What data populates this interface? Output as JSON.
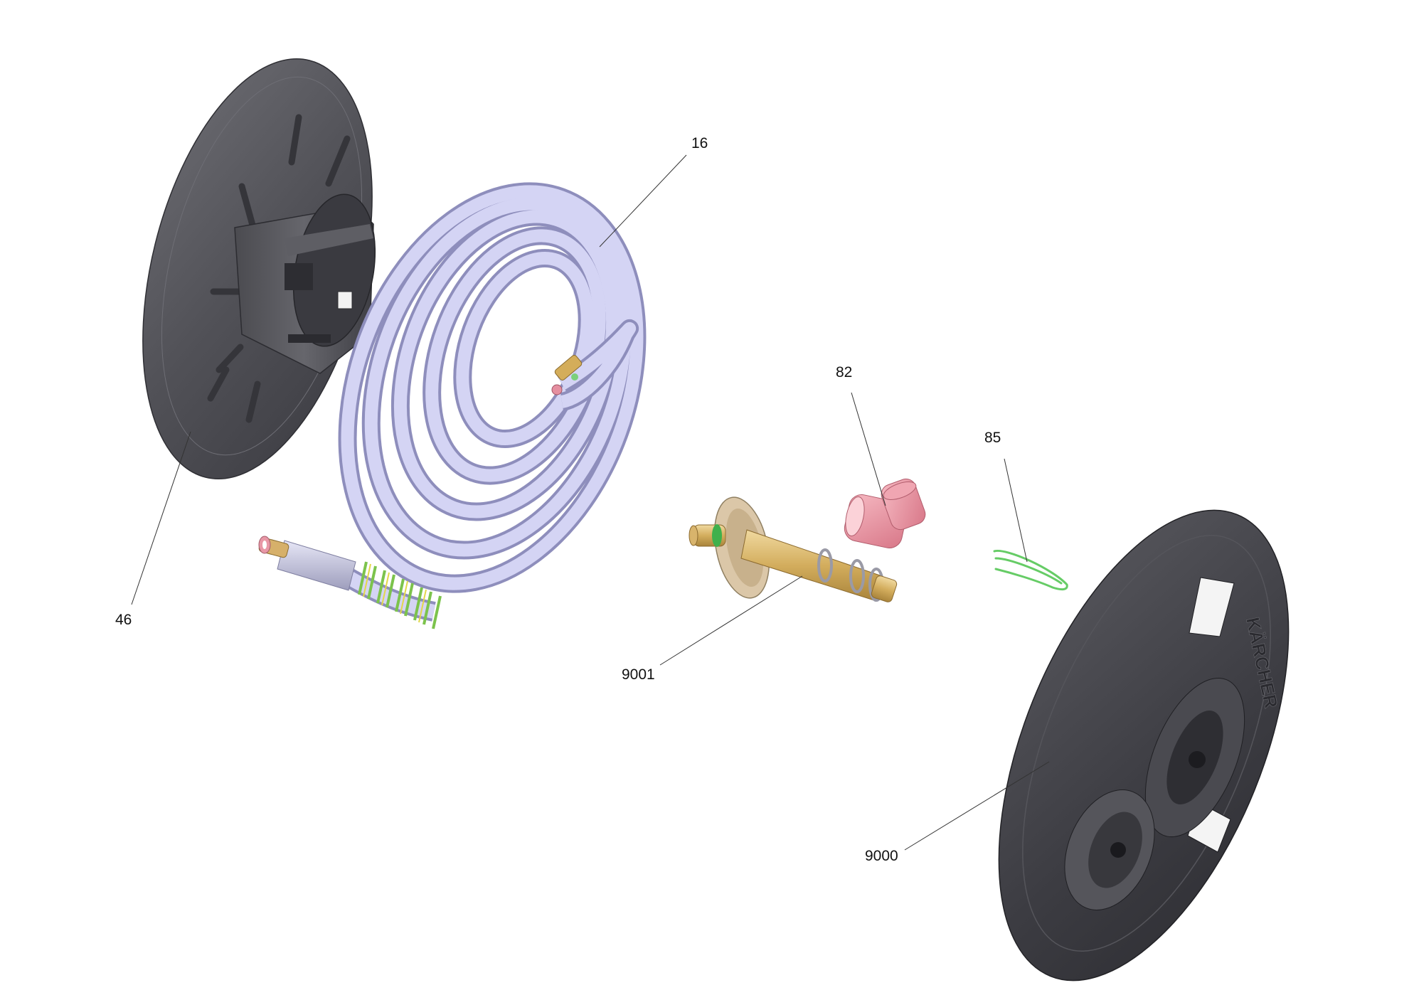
{
  "parts": [
    {
      "id": "46",
      "label": "46",
      "name": "reel-disc-left",
      "color": "#58585e"
    },
    {
      "id": "16",
      "label": "16",
      "name": "high-pressure-hose",
      "color": "#c9c9ee"
    },
    {
      "id": "82",
      "label": "82",
      "name": "angle-connector",
      "color": "#e9909c"
    },
    {
      "id": "85",
      "label": "85",
      "name": "retaining-clip",
      "color": "#8ee08e"
    },
    {
      "id": "9001",
      "label": "9001",
      "name": "reel-shaft",
      "color": "#d7b77a"
    },
    {
      "id": "9000",
      "label": "9000",
      "name": "reel-disc-right",
      "color": "#3e3e44"
    }
  ],
  "brand_text": "KÄRCHER"
}
